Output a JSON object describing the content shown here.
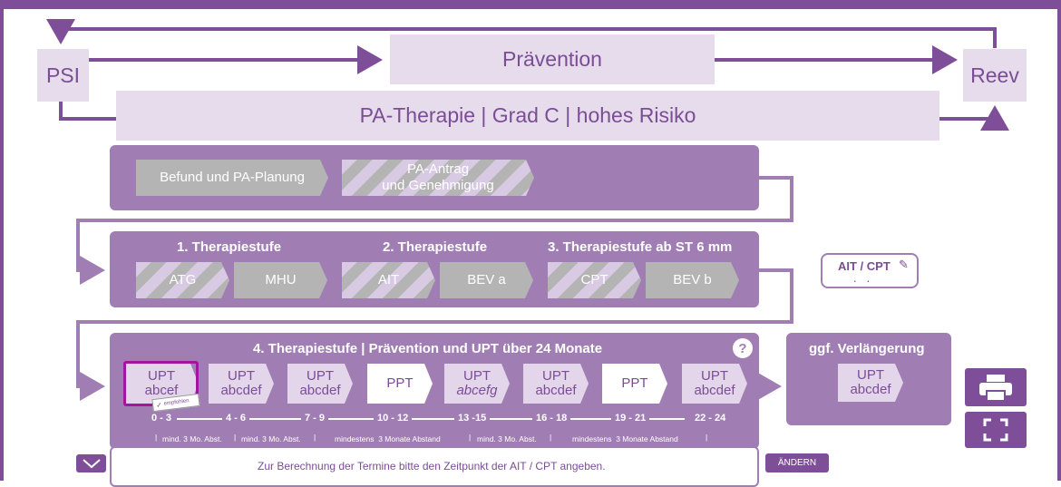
{
  "flow": {
    "psi_label": "PSI",
    "reev_label": "Reev",
    "praevention_label": "Prävention",
    "therapy_title": "PA-Therapie | Grad C | hohes Risiko"
  },
  "planning": {
    "befund_label": "Befund und PA-Planung",
    "antrag_label": "PA-Antrag\nund Genehmigung"
  },
  "stages": {
    "stage1_title": "1. Therapiestufe",
    "stage2_title": "2. Therapiestufe",
    "stage3_title": "3. Therapiestufe ab ST 6 mm",
    "atg": "ATG",
    "mhu": "MHU",
    "ait": "AIT",
    "bev_a": "BEV a",
    "cpt": "CPT",
    "bev_b": "BEV b"
  },
  "ait_cpt_box": {
    "label": "AIT / CPT",
    "dots": ".   ."
  },
  "stage4": {
    "title": "4. Therapiestufe | Prävention und UPT über 24 Monate",
    "help": "?",
    "recommended": "empfohlen",
    "steps": [
      {
        "line1": "UPT",
        "line2": "abcef"
      },
      {
        "line1": "UPT",
        "line2": "abcdef"
      },
      {
        "line1": "UPT",
        "line2": "abcdef"
      },
      {
        "line1": "PPT",
        "line2": ""
      },
      {
        "line1": "UPT",
        "line2": "abcefg"
      },
      {
        "line1": "UPT",
        "line2": "abcdef"
      },
      {
        "line1": "PPT",
        "line2": ""
      },
      {
        "line1": "UPT",
        "line2": "abcdef"
      }
    ],
    "ticks": [
      "0 - 3",
      "4 - 6",
      "7 - 9",
      "10 - 12",
      "13 -15",
      "16 - 18",
      "19 - 21",
      "22 - 24"
    ],
    "abstand": [
      "mind. 3 Mo. Abst.",
      "mind. 3 Mo. Abst.",
      "mindestens  3 Monate Abstand",
      "mind. 3 Mo. Abst.",
      "mindestens  3 Monate Abstand"
    ]
  },
  "extension": {
    "title": "ggf. Verlängerung",
    "line1": "UPT",
    "line2": "abcdef"
  },
  "footer": {
    "hint": "Zur Berechnung der Termine bitte den Zeitpunkt der AIT / CPT angeben.",
    "change_button": "ÄNDERN"
  },
  "colors": {
    "accent": "#7e4f98",
    "panel": "#a07eb4",
    "light": "#e6dcec",
    "gray": "#b4b4b4"
  }
}
